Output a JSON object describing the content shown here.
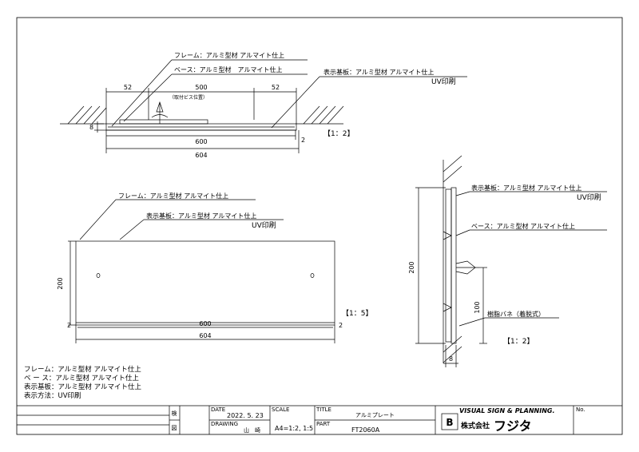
{
  "top_view": {
    "frame_label": "フレーム：アルミ型材 アルマイト仕上",
    "base_label": "ベース：アルミ型材　アルマイト仕上",
    "panel_label": "表示基板：アルミ型材 アルマイト仕上",
    "panel_print": "UV印刷",
    "screw_note": "（取付ビス位置）",
    "dims": {
      "left": "52",
      "center": "500",
      "right": "52",
      "inner": "600",
      "outer": "604",
      "thickness": "8",
      "gap": "2"
    },
    "scale": "【1：2】"
  },
  "front_view": {
    "frame_label": "フレーム：アルミ型材 アルマイト仕上",
    "panel_label": "表示基板：アルミ型材 アルマイト仕上",
    "panel_print": "UV印刷",
    "dims": {
      "height": "200",
      "gap_left": "2",
      "inner": "600",
      "gap_right": "2",
      "outer": "604"
    },
    "scale": "【1：5】"
  },
  "side_view": {
    "panel_label": "表示基板：アルミ型材 アルマイト仕上",
    "panel_print": "UV印刷",
    "base_label": "ベース：アルミ型材 アルマイト仕上",
    "spring_label": "樹脂バネ（着脱式）",
    "dims": {
      "height": "200",
      "spring_offset": "100",
      "depth": "8"
    },
    "scale": "【1：2】"
  },
  "notes": [
    "フレーム：アルミ型材 アルマイト仕上",
    "ベ ー ス：アルミ型材 アルマイト仕上",
    "表示基板：アルミ型材 アルマイト仕上",
    "表示方法：UV印刷"
  ],
  "title_block": {
    "approval_1": "検",
    "approval_2": "図",
    "date_label": "DATE",
    "date_value": "2022. 5. 23",
    "drawing_label": "DRAWING",
    "drawing_value": "山　崎",
    "scale_label": "SCALE",
    "scale_value": "A4=1:2, 1:5",
    "title_label": "TITLE",
    "title_value": "アルミプレート",
    "part_label": "PART",
    "part_value": "FT2060A",
    "company_en": "VISUAL SIGN & PLANNING.",
    "company_prefix": "株式会社",
    "company_name": "フジタ",
    "logo_letter": "B",
    "no_label": "No."
  }
}
